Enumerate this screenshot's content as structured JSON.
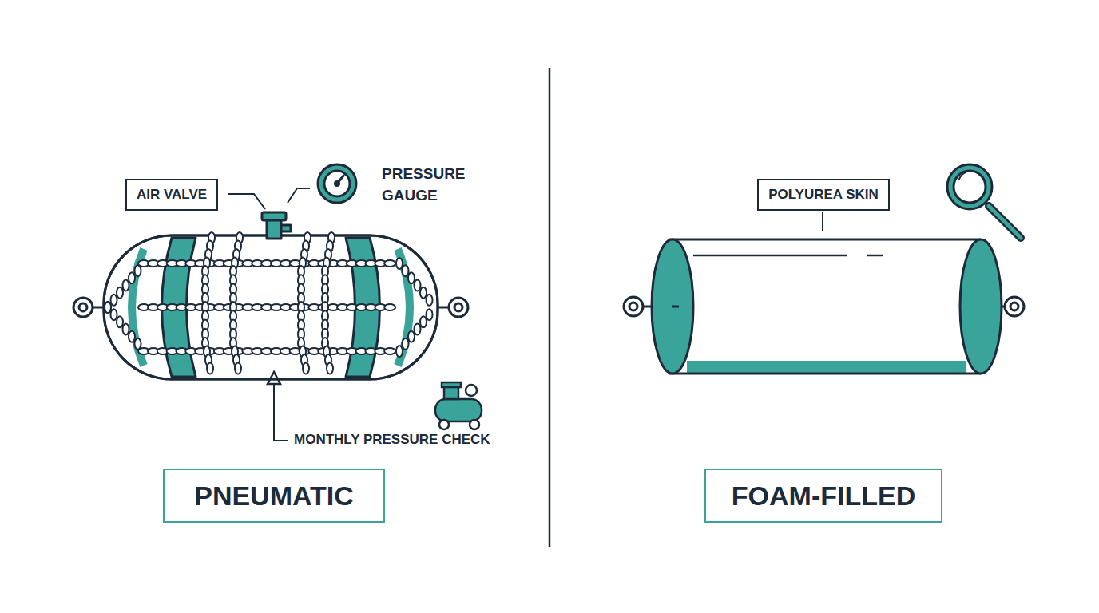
{
  "diagram": {
    "nodes": [
      {
        "text": [
          "AIR VALVE"
        ]
      },
      {
        "text": [
          "PNEUMATIC"
        ]
      },
      {
        "text": [
          "POLYUREA SKIN"
        ]
      },
      {
        "text": [
          "FOAM-FILLED"
        ]
      }
    ],
    "labels": [
      "PRESSURE GAUGE",
      "MONTHLY PRESSURE CHECK"
    ]
  }
}
